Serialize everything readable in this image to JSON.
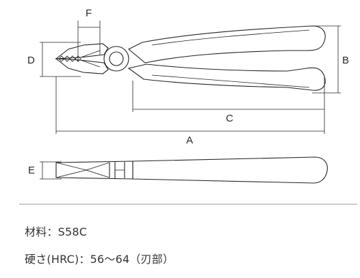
{
  "dimension_labels": {
    "a": "A",
    "b": "B",
    "c": "C",
    "d": "D",
    "e": "E",
    "f": "F"
  },
  "specs": {
    "material": "材料：S58C",
    "hardness": "硬さ(HRC)：56〜64（刃部）"
  },
  "colors": {
    "line": "#222222",
    "text": "#333333",
    "divider": "#9a9a9a"
  }
}
